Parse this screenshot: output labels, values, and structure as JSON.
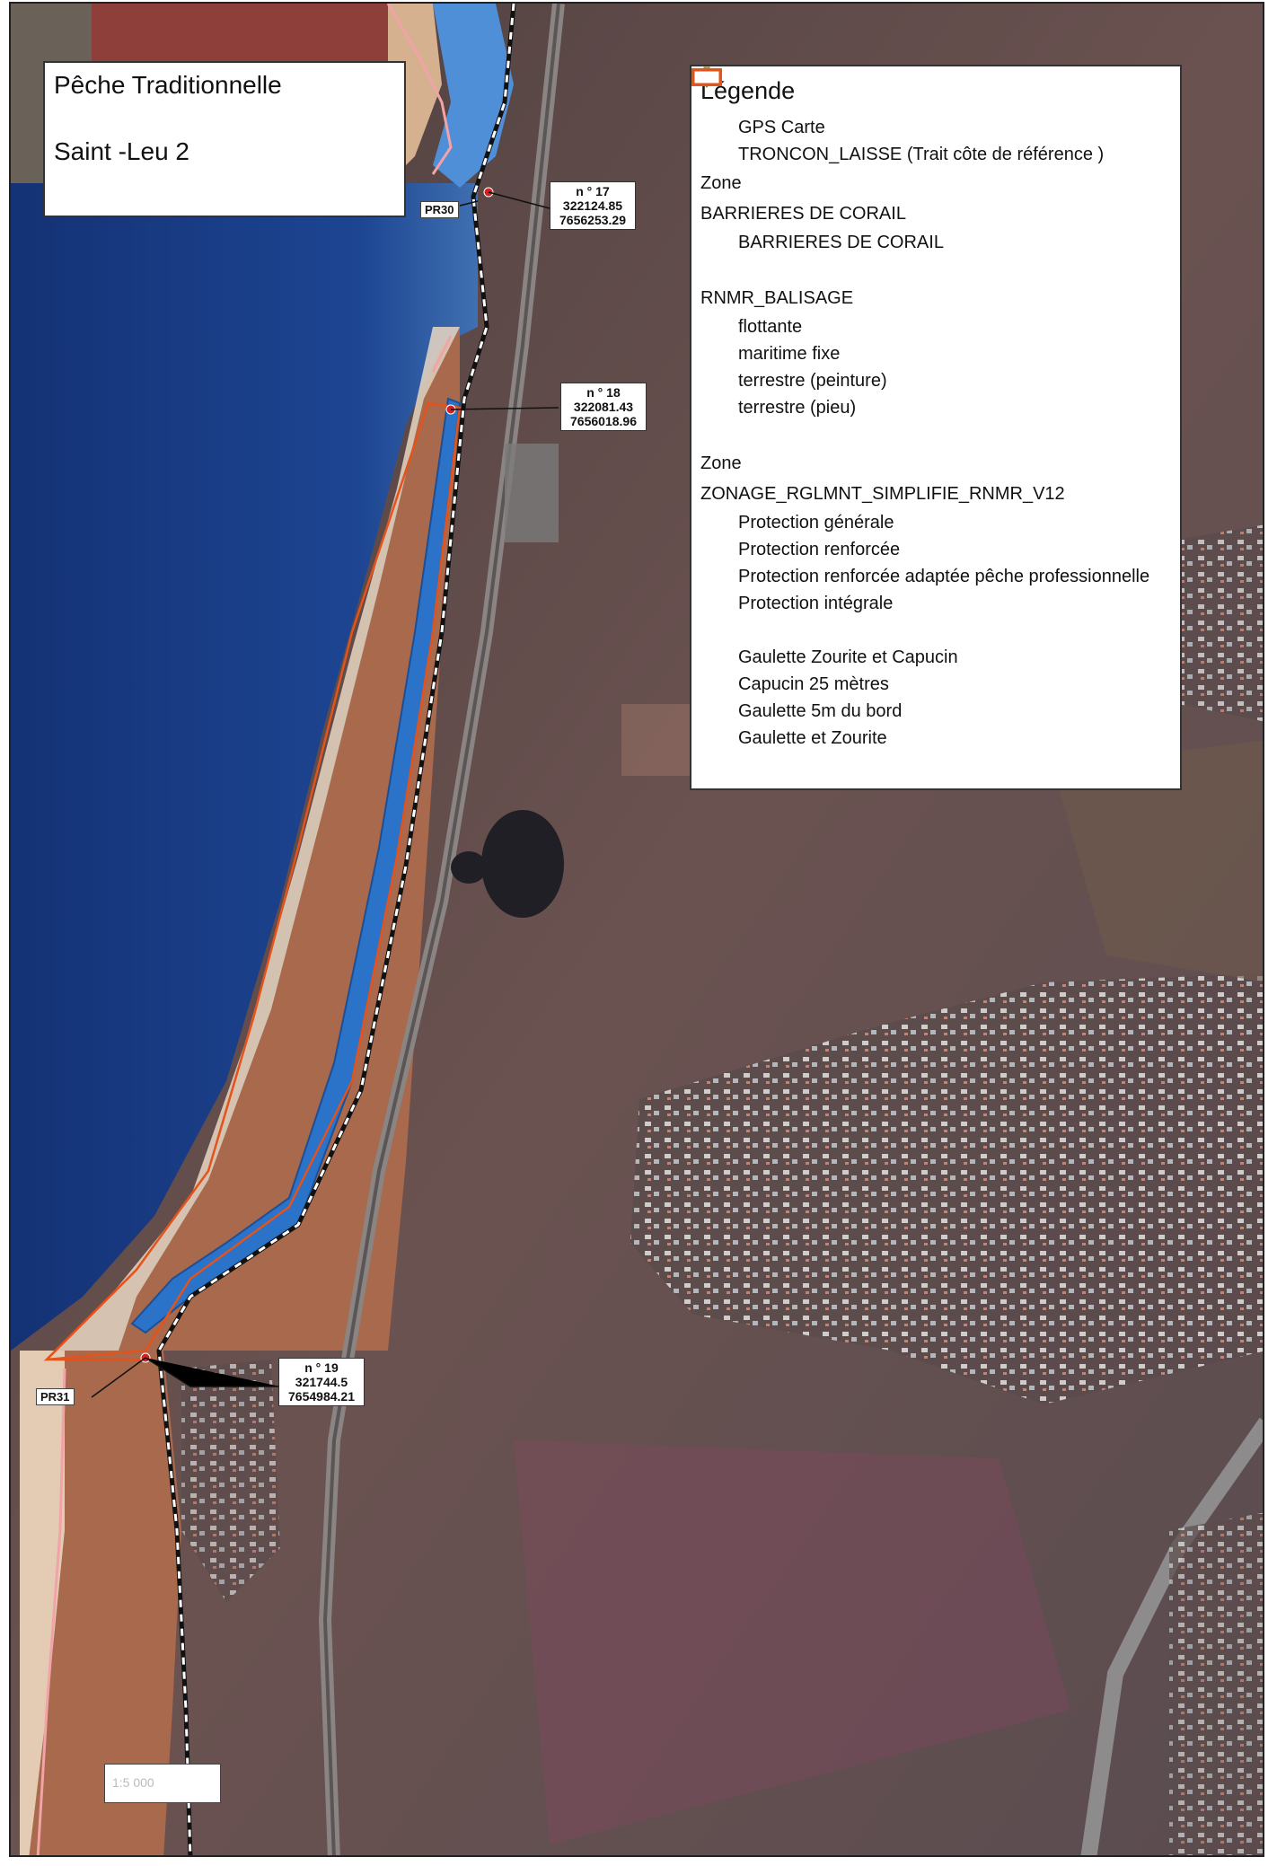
{
  "map": {
    "title_line1": "Pêche Traditionnelle",
    "title_line2": "Saint -Leu 2",
    "scale_text": "1:5 000"
  },
  "legend": {
    "title": "Légende",
    "items": [
      {
        "kind": "point",
        "label": "GPS Carte",
        "color": "#d42020"
      },
      {
        "kind": "dashline",
        "label": "TRONCON_LAISSE (Trait côte de référence )"
      },
      {
        "kind": "heading",
        "label": "Zone"
      },
      {
        "kind": "heading",
        "label": "BARRIERES DE CORAIL"
      },
      {
        "kind": "line",
        "label": "BARRIERES DE CORAIL",
        "color": "#f2a3a8"
      },
      {
        "kind": "blank"
      },
      {
        "kind": "heading",
        "label": "RNMR_BALISAGE"
      },
      {
        "kind": "circle",
        "label": "flottante",
        "color": "#f1c40f"
      },
      {
        "kind": "arrow",
        "label": "maritime fixe",
        "color": "#f1c40f"
      },
      {
        "kind": "square",
        "label": "terrestre (peinture)",
        "color": "#f1c40f"
      },
      {
        "kind": "diamond",
        "label": "terrestre (pieu)",
        "color": "#f1c40f"
      },
      {
        "kind": "blank"
      },
      {
        "kind": "heading",
        "label": "Zone"
      },
      {
        "kind": "heading",
        "label": "ZONAGE_RGLMNT_SIMPLIFIE_RNMR_V12"
      },
      {
        "kind": "fill",
        "label": "Protection générale",
        "color": "#b7cfe8",
        "border": "#8fa9c8"
      },
      {
        "kind": "fill",
        "label": "Protection renforcée",
        "color": "#f6d9d9",
        "border": "#d9b2b2"
      },
      {
        "kind": "fill",
        "label": "Protection renforcée adaptée pêche professionnelle",
        "color": "#fdfbf8",
        "border": "#d9d3c8"
      },
      {
        "kind": "fill",
        "label": "Protection intégrale",
        "color": "#ef98a6",
        "border": "#d7788a"
      },
      {
        "kind": "blank"
      },
      {
        "kind": "outline",
        "label": "Gaulette Zourite et Capucin",
        "color": "#2e8b3a"
      },
      {
        "kind": "fill",
        "label": "Capucin 25 mètres",
        "color": "#2a73c9",
        "border": "#1d4f90"
      },
      {
        "kind": "fill",
        "label": "Gaulette 5m du bord",
        "color": "#e9c436",
        "border": "#a5871a"
      },
      {
        "kind": "outline",
        "label": "Gaulette et Zourite",
        "color": "#e3531b"
      }
    ]
  },
  "markers": [
    {
      "id": "17",
      "label": "n ° 17",
      "x": "322124.85",
      "y": "7656253.29"
    },
    {
      "id": "18",
      "label": "n ° 18",
      "x": "322081.43",
      "y": "7656018.96"
    },
    {
      "id": "19",
      "label": "n ° 19",
      "x": "321744.5",
      "y": "7654984.21"
    }
  ],
  "pr_labels": [
    "PR30",
    "PR31"
  ],
  "colors": {
    "sea": "#1b3f8a",
    "sand": "#a86d4d",
    "land": "#5e4b49",
    "capucin": "#2a73c9",
    "gaulette_zourite": "#e3531b",
    "coral_barrier": "#f2a3a8",
    "gps_point": "#d42020"
  }
}
